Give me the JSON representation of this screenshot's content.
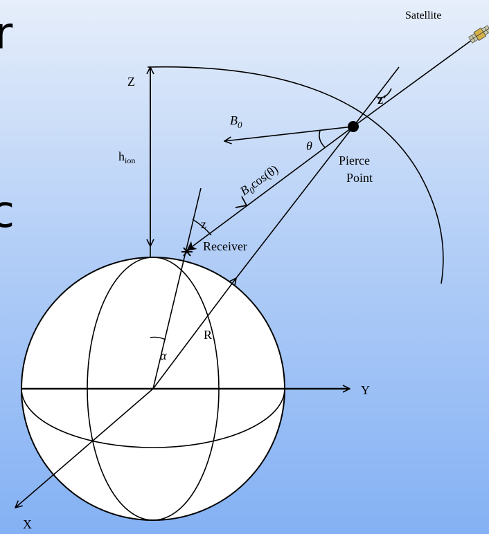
{
  "labels": {
    "satellite": "Satellite",
    "z_axis": "Z",
    "y_axis": "Y",
    "x_axis": "X",
    "h_ion_base": "h",
    "h_ion_sub": "ion",
    "b0_base": "B",
    "b0_sub": "0",
    "b0cos_base": "B",
    "b0cos_sub": "0",
    "b0cos_rest": "cos(θ)",
    "theta": "θ",
    "pierce_line1": "Pierce",
    "pierce_line2": "Point",
    "z_prime": "z'",
    "z_angle": "z",
    "receiver": "Receiver",
    "radius": "R",
    "alpha": "α"
  },
  "edge_glyphs": {
    "top_left": "r",
    "mid_left": "c"
  }
}
